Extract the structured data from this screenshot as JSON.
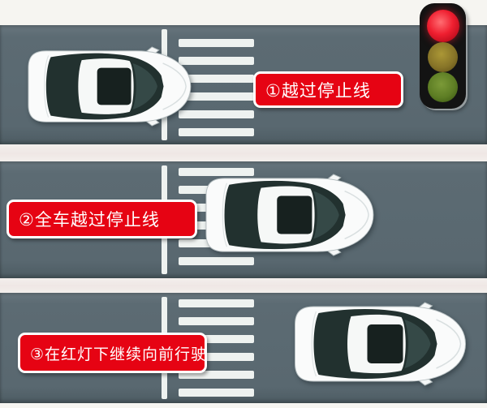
{
  "scenarios": [
    {
      "number": "①",
      "label": "①越过停止线"
    },
    {
      "number": "②",
      "label": "②全车越过停止线"
    },
    {
      "number": "③",
      "label": "③在红灯下继续向前行驶"
    }
  ],
  "traffic_light": {
    "active": "red",
    "lights": [
      {
        "name": "red",
        "state": "on",
        "color": "#ef1f30"
      },
      {
        "name": "yellow",
        "state": "off",
        "color": "#877428"
      },
      {
        "name": "green",
        "state": "off",
        "color": "#5d7d24"
      }
    ]
  },
  "colors": {
    "road": "#5c6b73",
    "banner_red": "#e60313",
    "banner_border": "#ffffff",
    "road_marking": "#eef2f0",
    "background": "#f6f5f1",
    "car_body": "#fafbfb"
  }
}
